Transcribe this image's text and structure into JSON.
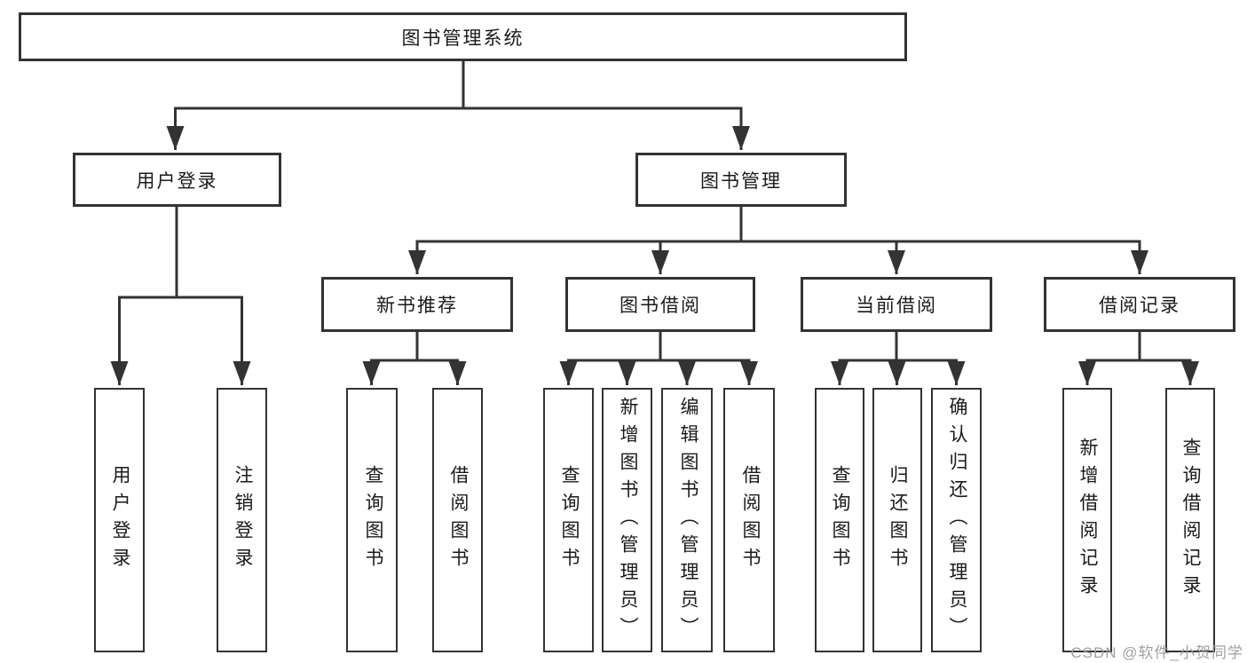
{
  "tree": {
    "label": "图书管理系统",
    "children": [
      {
        "label": "用户登录",
        "children": [
          {
            "label": "用户登录"
          },
          {
            "label": "注销登录"
          }
        ]
      },
      {
        "label": "图书管理",
        "children": [
          {
            "label": "新书推荐",
            "children": [
              {
                "label": "查询图书"
              },
              {
                "label": "借阅图书"
              }
            ]
          },
          {
            "label": "图书借阅",
            "children": [
              {
                "label": "查询图书"
              },
              {
                "label": "新增图书（管理员）"
              },
              {
                "label": "编辑图书（管理员）"
              },
              {
                "label": "借阅图书"
              }
            ]
          },
          {
            "label": "当前借阅",
            "children": [
              {
                "label": "查询图书"
              },
              {
                "label": "归还图书"
              },
              {
                "label": "确认归还（管理员）"
              }
            ]
          },
          {
            "label": "借阅记录",
            "children": [
              {
                "label": "新增借阅记录"
              },
              {
                "label": "查询借阅记录"
              }
            ]
          }
        ]
      }
    ]
  },
  "watermark": "CSDN @软件_小贺同学",
  "colors": {
    "line": "#333333",
    "box_border": "#333333",
    "text": "#1a1a1a",
    "watermark": "#9fa0a4",
    "background": "#ffffff"
  }
}
